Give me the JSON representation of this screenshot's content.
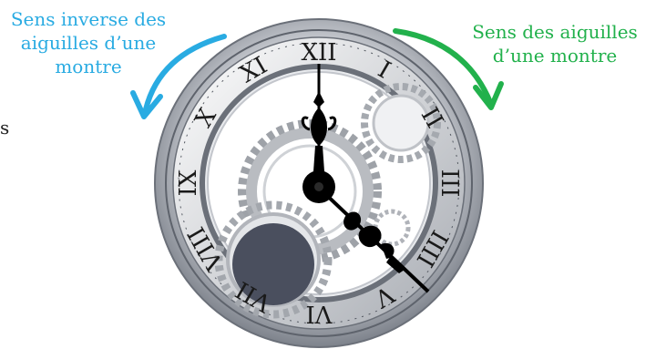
{
  "labels": {
    "counterclockwise": {
      "lines": [
        "Sens inverse des",
        "aiguilles d’une",
        "montre"
      ],
      "color": "#29abe2"
    },
    "clockwise": {
      "lines": [
        "Sens des aiguilles",
        "d’une montre"
      ],
      "color": "#22b14c"
    },
    "stray_glyph": "s"
  },
  "clock": {
    "numerals": [
      "XII",
      "I",
      "II",
      "III",
      "IIII",
      "V",
      "VI",
      "VII",
      "VIII",
      "IX",
      "X",
      "XI"
    ],
    "displayed_time": "12:22",
    "hour_hand_color": "#000000",
    "bezel_color": "#b8bcc4",
    "gear_color": "#9ea2a8",
    "dark_gear_color": "#4a4f5e"
  },
  "icons": {
    "counterclockwise_arrow": "counterclockwise-arrow-icon",
    "clockwise_arrow": "clockwise-arrow-icon"
  }
}
